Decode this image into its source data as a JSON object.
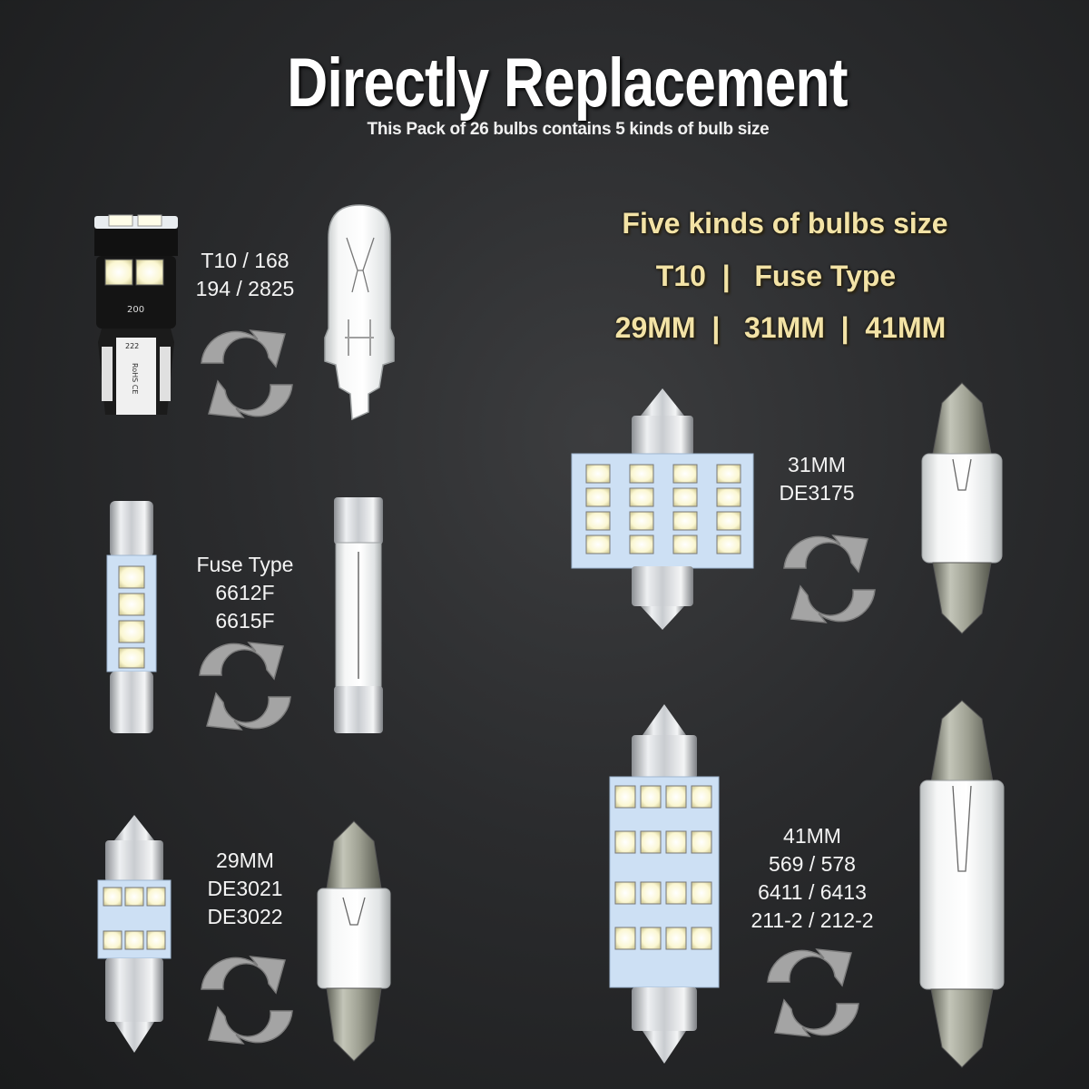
{
  "header": {
    "title": "Directly Replacement",
    "subtitle": "This Pack of 26 bulbs contains 5 kinds of bulb size"
  },
  "summary": {
    "heading": "Five kinds of bulbs size",
    "line1": "T10  |   Fuse Type",
    "line2": "29MM  |   31MM  |  41MM"
  },
  "bulbs": [
    {
      "id": "t10",
      "lines": [
        "T10 / 168",
        "194 / 2825"
      ],
      "led_markings": [
        "200",
        "222",
        "RoHS CE"
      ]
    },
    {
      "id": "fuse",
      "lines": [
        "Fuse Type",
        "6612F",
        "6615F"
      ]
    },
    {
      "id": "29mm",
      "lines": [
        "29MM",
        "DE3021",
        "DE3022"
      ]
    },
    {
      "id": "31mm",
      "lines": [
        "31MM",
        "DE3175"
      ]
    },
    {
      "id": "41mm",
      "lines": [
        "41MM",
        "569 / 578",
        "6411 / 6413",
        "211-2 / 212-2"
      ]
    }
  ],
  "icons": {
    "swap": "swap-arrows-icon",
    "led": "led-bulb-icon",
    "halogen": "incandescent-bulb-icon"
  },
  "colors": {
    "background": "#2a2b2d",
    "title": "#ffffff",
    "summary_text": "#f3e3a6",
    "led_board": "#cfe1f5",
    "led_chip": "#fbf9e0",
    "arrow": "#a9a9a9"
  }
}
